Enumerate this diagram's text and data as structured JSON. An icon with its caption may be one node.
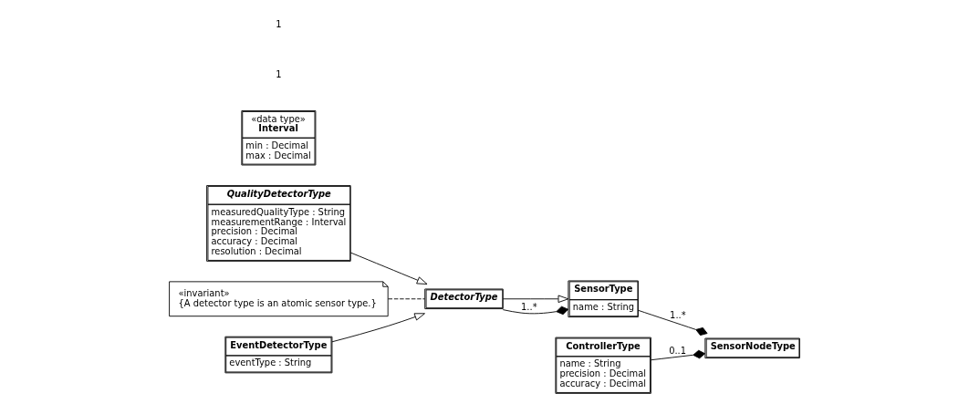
{
  "diagram": {
    "nodes": [
      {
        "text": [
          "QualityDetectorType",
          "measuredQualityType : String",
          "measurementRange : Interval",
          "precision : Decimal",
          "accuracy : Decimal",
          "resolution : Decimal"
        ]
      },
      {
        "text": [
          "«data type»",
          "Interval",
          "min : Decimal",
          "max : Decimal"
        ]
      },
      {
        "text": [
          "«invariant»",
          "{A detector type is an atomic sensor type.}"
        ]
      },
      {
        "text": [
          "EventDetectorType",
          "eventType : String"
        ]
      },
      {
        "text": [
          "DetectorType"
        ]
      },
      {
        "text": [
          "SensorType",
          "name : String"
        ]
      },
      {
        "text": [
          "SensorNodeType"
        ]
      },
      {
        "text": [
          "ControllerType",
          "name : String",
          "precision : Decimal",
          "accuracy : Decimal"
        ]
      }
    ],
    "edges": [
      {
        "from": 0,
        "to": 4,
        "arrow": "to"
      },
      {
        "from": 3,
        "to": 4,
        "arrow": "to"
      },
      {
        "from": 2,
        "to": 4,
        "arrow": "none",
        "style": "dashed"
      },
      {
        "from": 4,
        "to": 5,
        "arrow": "to"
      },
      {
        "from": 4,
        "to": 5,
        "arrow": "other",
        "label": "1..*"
      },
      {
        "from": 5,
        "to": 6,
        "arrow": "other",
        "label": "1..*"
      },
      {
        "from": 7,
        "to": 6,
        "arrow": "other",
        "label": "0..1"
      }
    ],
    "labels": [
      "1",
      "1"
    ]
  }
}
